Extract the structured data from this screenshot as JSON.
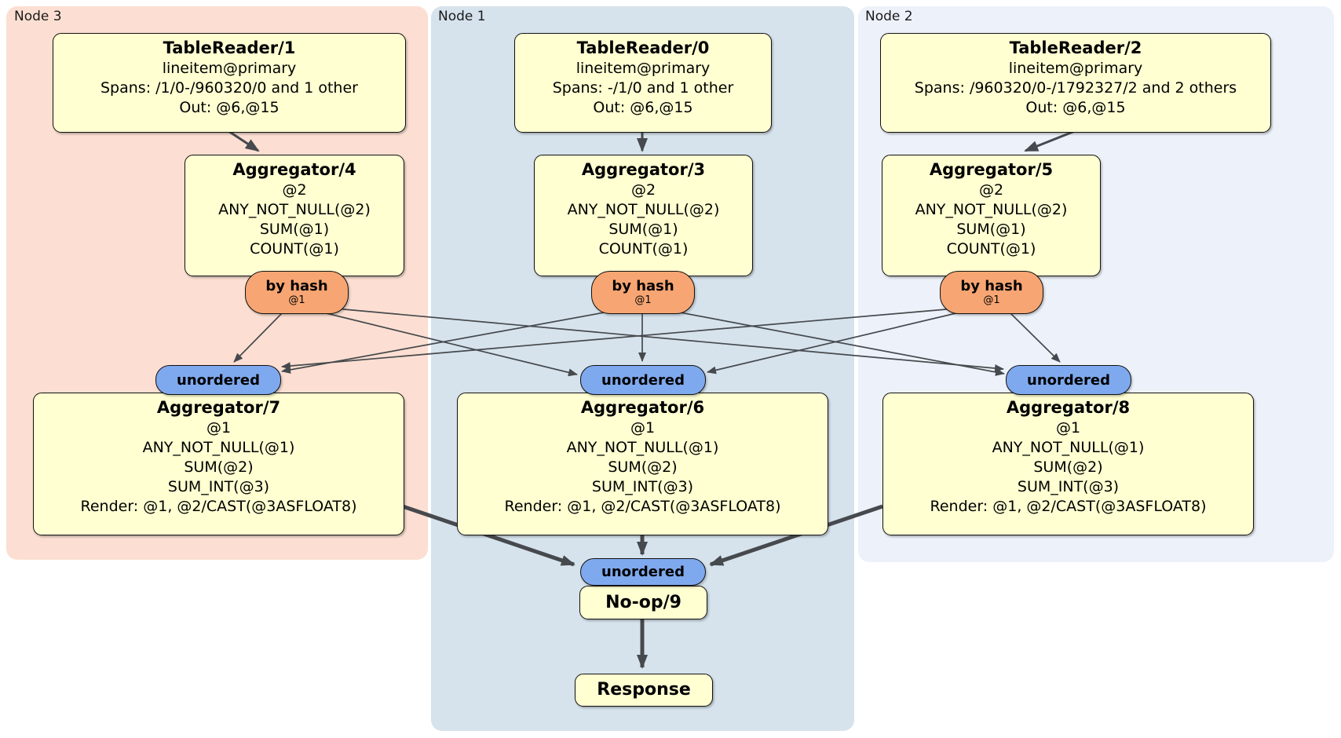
{
  "colors": {
    "node3_bg": "#fcdfd2",
    "node1_bg": "#d6e3ed",
    "node2_bg": "#edf2fa",
    "box_bg": "#ffffd2",
    "hash_bg": "#f7a673",
    "stream_bg": "#7fa9ee",
    "edge": "#46494d"
  },
  "groups": {
    "node3": {
      "label": "Node 3"
    },
    "node1": {
      "label": "Node 1"
    },
    "node2": {
      "label": "Node 2"
    }
  },
  "processors": {
    "tr1": {
      "title": "TableReader/1",
      "lines": [
        "lineitem@primary",
        "Spans: /1/0-/960320/0 and 1 other",
        "Out: @6,@15"
      ]
    },
    "tr0": {
      "title": "TableReader/0",
      "lines": [
        "lineitem@primary",
        "Spans: -/1/0 and 1 other",
        "Out: @6,@15"
      ]
    },
    "tr2": {
      "title": "TableReader/2",
      "lines": [
        "lineitem@primary",
        "Spans: /960320/0-/1792327/2 and 2 others",
        "Out: @6,@15"
      ]
    },
    "agg4": {
      "title": "Aggregator/4",
      "lines": [
        "@2",
        "ANY_NOT_NULL(@2)",
        "SUM(@1)",
        "COUNT(@1)"
      ]
    },
    "agg3": {
      "title": "Aggregator/3",
      "lines": [
        "@2",
        "ANY_NOT_NULL(@2)",
        "SUM(@1)",
        "COUNT(@1)"
      ]
    },
    "agg5": {
      "title": "Aggregator/5",
      "lines": [
        "@2",
        "ANY_NOT_NULL(@2)",
        "SUM(@1)",
        "COUNT(@1)"
      ]
    },
    "agg7": {
      "title": "Aggregator/7",
      "lines": [
        "@1",
        "ANY_NOT_NULL(@1)",
        "SUM(@2)",
        "SUM_INT(@3)",
        "Render: @1, @2/CAST(@3ASFLOAT8)"
      ]
    },
    "agg6": {
      "title": "Aggregator/6",
      "lines": [
        "@1",
        "ANY_NOT_NULL(@1)",
        "SUM(@2)",
        "SUM_INT(@3)",
        "Render: @1, @2/CAST(@3ASFLOAT8)"
      ]
    },
    "agg8": {
      "title": "Aggregator/8",
      "lines": [
        "@1",
        "ANY_NOT_NULL(@1)",
        "SUM(@2)",
        "SUM_INT(@3)",
        "Render: @1, @2/CAST(@3ASFLOAT8)"
      ]
    },
    "noop": {
      "title": "No-op/9"
    },
    "response": {
      "title": "Response"
    }
  },
  "routers": {
    "by_hash": {
      "label": "by hash",
      "detail": "@1"
    },
    "unordered": {
      "label": "unordered"
    }
  }
}
